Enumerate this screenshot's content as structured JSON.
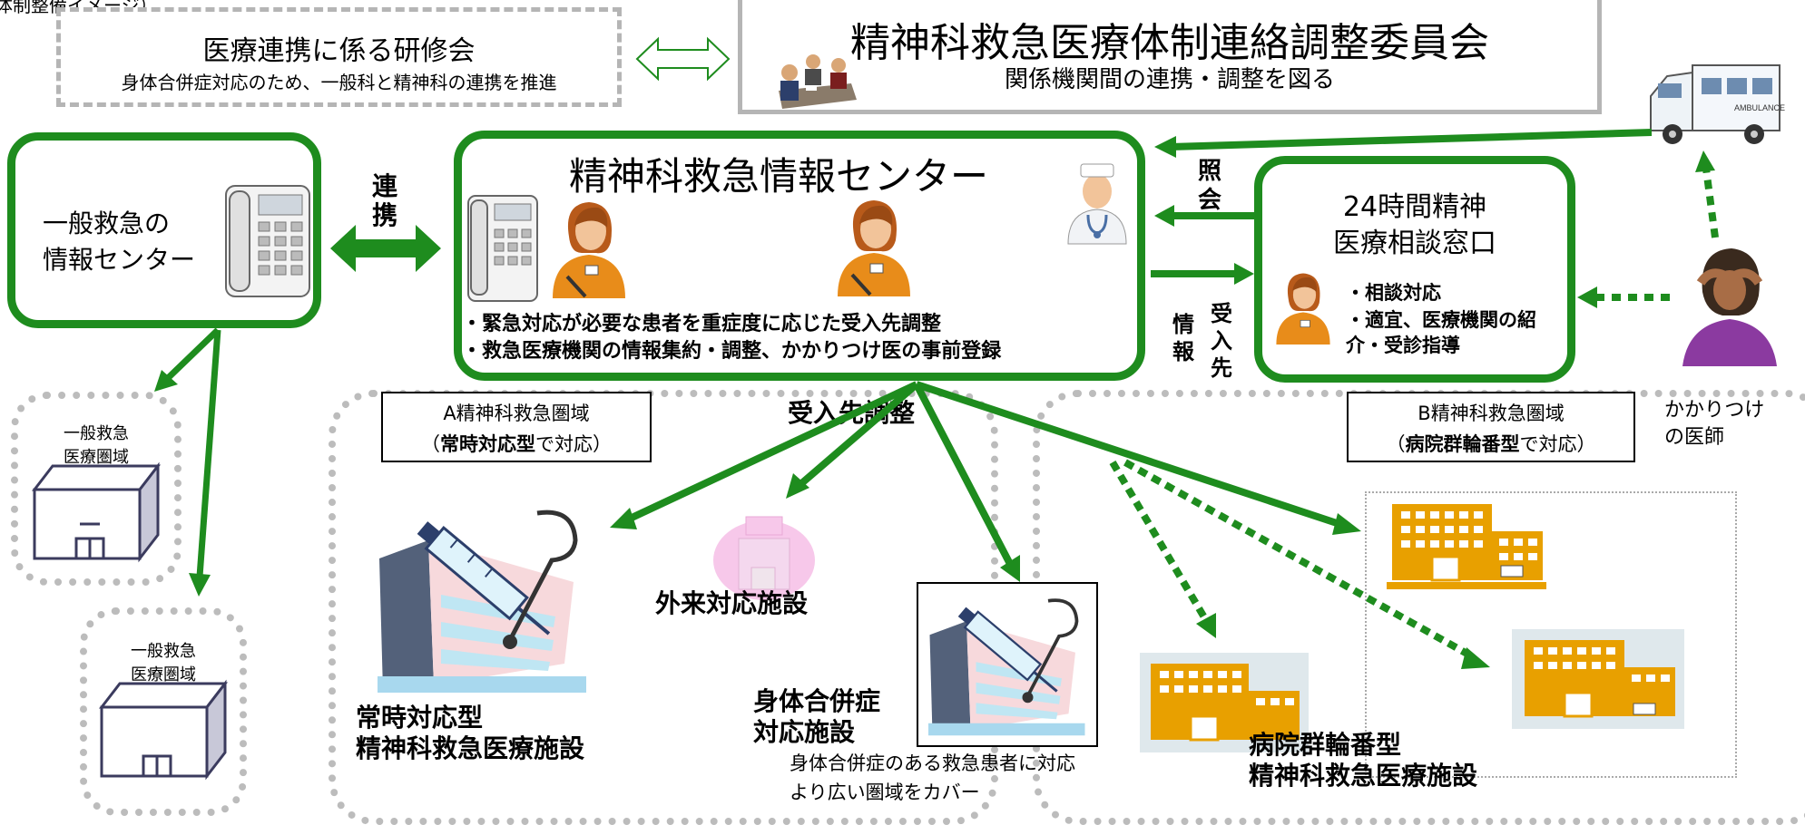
{
  "corner_text": "体制整備イメージ）",
  "training": {
    "title": "医療連携に係る研修会",
    "subtitle": "身体合併症対応のため、一般科と精神科の連携を推進"
  },
  "committee": {
    "title": "精神科救急医療体制連絡調整委員会",
    "subtitle": "関係機関間の連携・調整を図る"
  },
  "general_center": {
    "line1": "一般救急の",
    "line2": "情報センター"
  },
  "renkei": {
    "c1": "連",
    "c2": "携"
  },
  "psych_center": {
    "title": "精神科救急情報センター",
    "bullet1": "・緊急対応が必要な患者を重症度に応じた受入先調整",
    "bullet2": "・救急医療機関の情報集約・調整、かかりつけ医の事前登録"
  },
  "shokai": {
    "c1": "照",
    "c2": "会"
  },
  "jouhou": {
    "c1": "情",
    "c2": "報"
  },
  "ukeiresaki": {
    "c1": "受",
    "c2": "入",
    "c3": "先"
  },
  "consult": {
    "line1": "24時間精神",
    "line2": "医療相談窓口",
    "item1": "・相談対応",
    "item2": "・適宜、医療機関の紹",
    "item3": "介・受診指導"
  },
  "general_areas": [
    {
      "line1": "一般救急",
      "line2": "医療圏域"
    },
    {
      "line1": "一般救急",
      "line2": "医療圏域"
    }
  ],
  "region_a": {
    "label1": "A精神科救急圏域",
    "label2_pre": "（",
    "label2_bold": "常時対応型",
    "label2_post": "で対応）"
  },
  "region_b": {
    "label1": "B精神科救急圏域",
    "label2_pre": "（",
    "label2_bold": "病院群輪番型",
    "label2_post": "で対応）"
  },
  "ukeire_chousei": "受入先調整",
  "kakaritsuke": {
    "line1": "かかりつけ",
    "line2": "の医師"
  },
  "facilities": {
    "outpatient": "外来対応施設",
    "always_1": "常時対応型",
    "always_2": "精神科救急医療施設",
    "physical_1": "身体合併症",
    "physical_2": "対応施設",
    "physical_note1": "身体合併症のある救急患者に対応",
    "physical_note2": "より広い圏域をカバー",
    "rotation_1": "病院群輪番型",
    "rotation_2": "精神科救急医療施設"
  },
  "colors": {
    "green": "#1e8c1e",
    "orange": "#e8a000",
    "pink": "#f7c8ea",
    "gray": "#bcbcbc"
  },
  "icons": [
    "telephone-icon",
    "operator-icon",
    "doctor-icon",
    "ambulance-icon",
    "distressed-patient-icon",
    "hospital-icon",
    "meeting-icon",
    "syringe-stethoscope-icon"
  ]
}
